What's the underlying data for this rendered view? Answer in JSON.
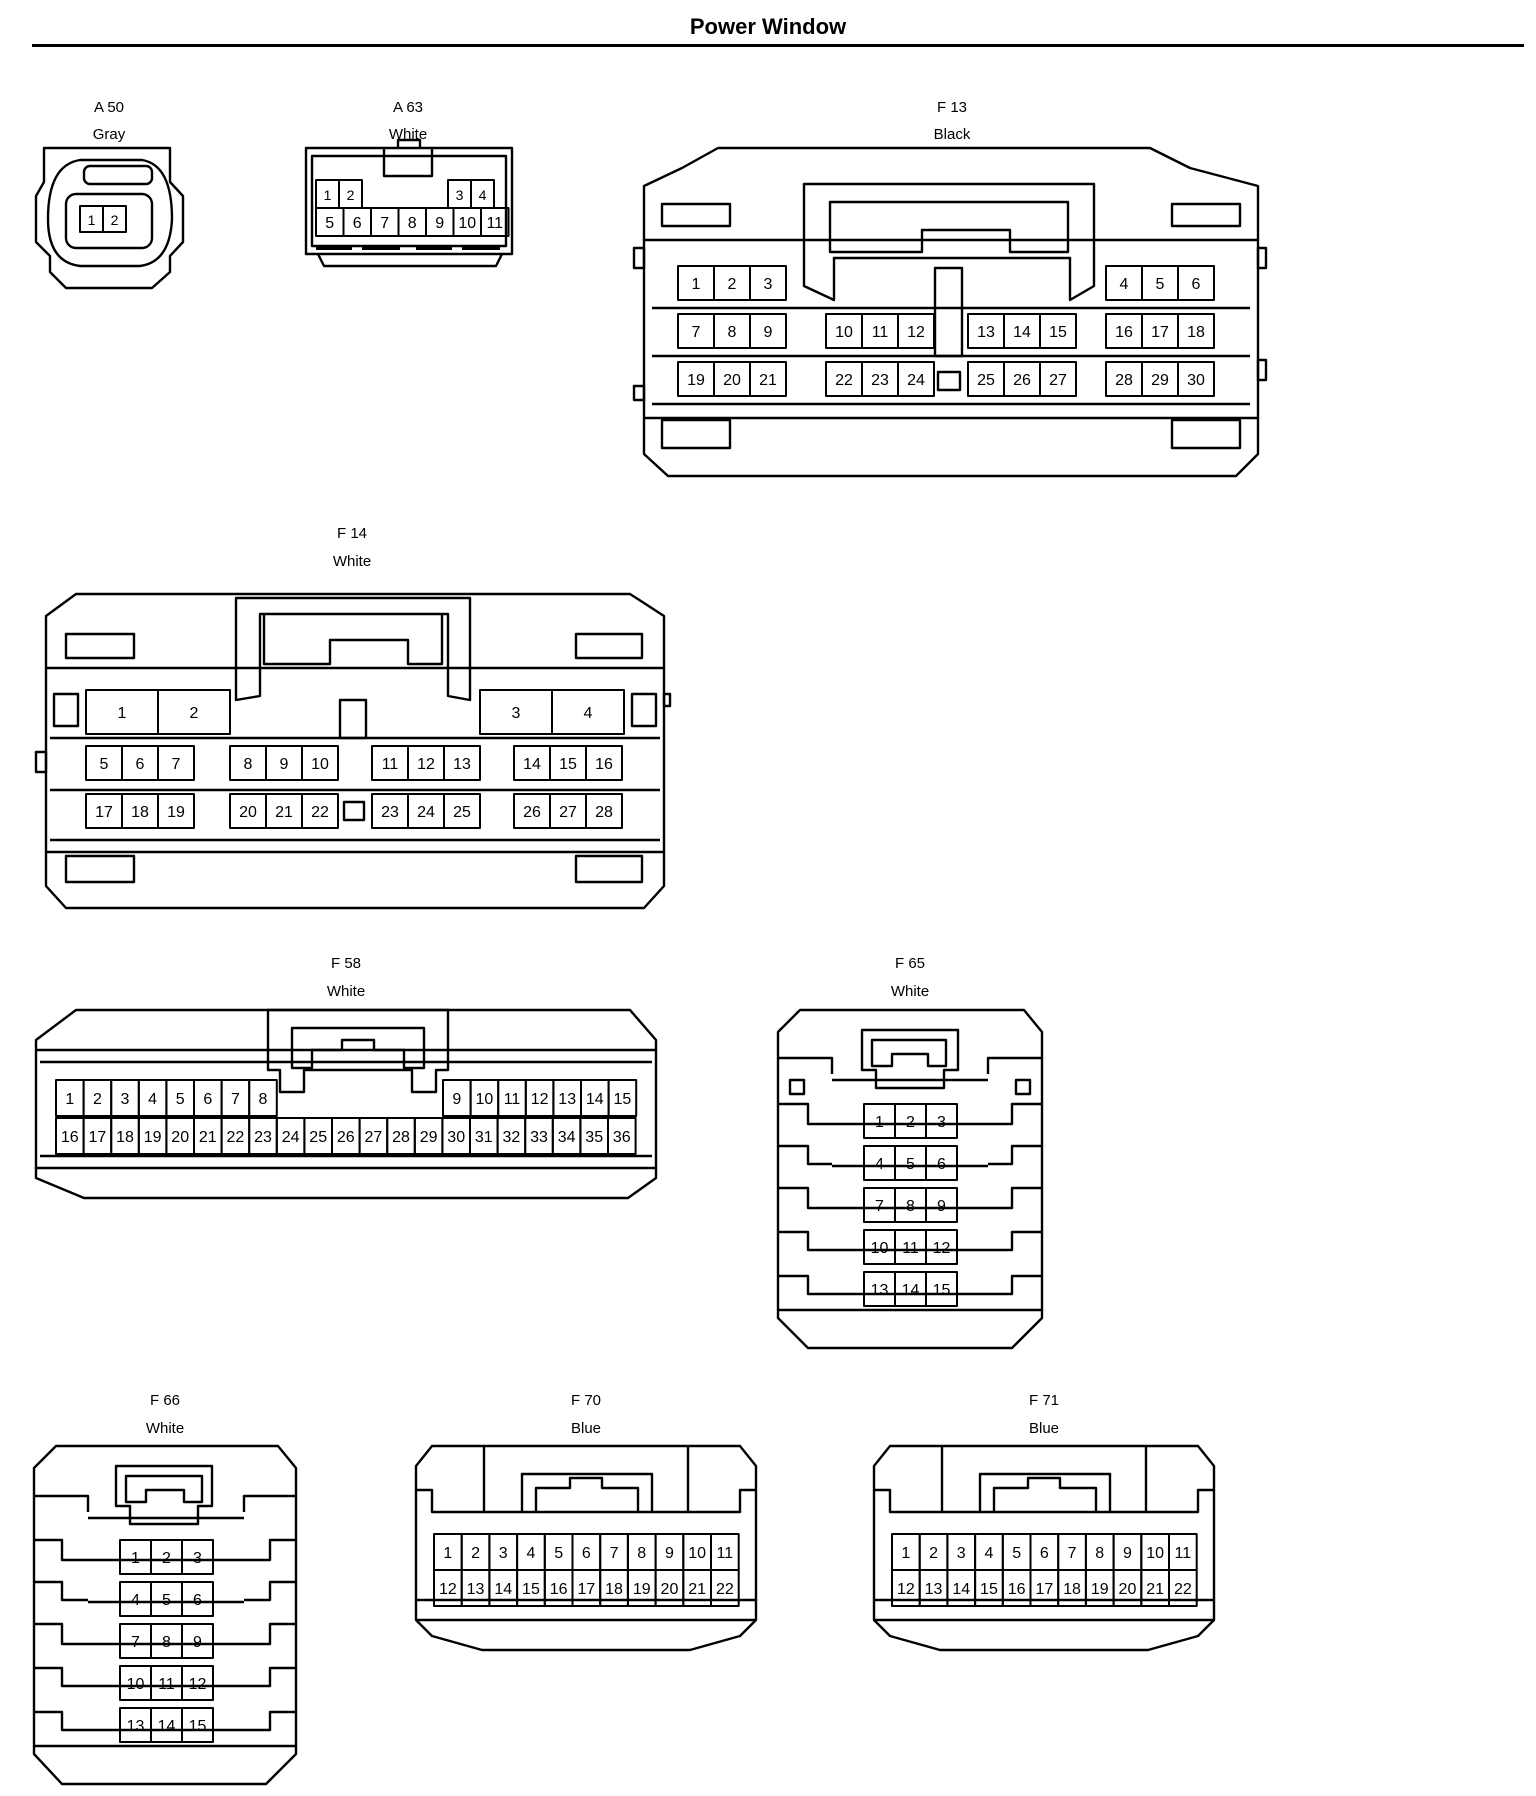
{
  "title": "Power Window",
  "connectors": [
    {
      "id": "A 50",
      "color": "Gray",
      "pins": [
        "1",
        "2"
      ]
    },
    {
      "id": "A 63",
      "color": "White",
      "pins": [
        "1",
        "2",
        "3",
        "4",
        "5",
        "6",
        "7",
        "8",
        "9",
        "10",
        "11"
      ]
    },
    {
      "id": "F 13",
      "color": "Black",
      "pins": [
        "1",
        "2",
        "3",
        "4",
        "5",
        "6",
        "7",
        "8",
        "9",
        "10",
        "11",
        "12",
        "13",
        "14",
        "15",
        "16",
        "17",
        "18",
        "19",
        "20",
        "21",
        "22",
        "23",
        "24",
        "25",
        "26",
        "27",
        "28",
        "29",
        "30"
      ]
    },
    {
      "id": "F 14",
      "color": "White",
      "pins": [
        "1",
        "2",
        "3",
        "4",
        "5",
        "6",
        "7",
        "8",
        "9",
        "10",
        "11",
        "12",
        "13",
        "14",
        "15",
        "16",
        "17",
        "18",
        "19",
        "20",
        "21",
        "22",
        "23",
        "24",
        "25",
        "26",
        "27",
        "28"
      ]
    },
    {
      "id": "F 58",
      "color": "White",
      "pins": [
        "1",
        "2",
        "3",
        "4",
        "5",
        "6",
        "7",
        "8",
        "9",
        "10",
        "11",
        "12",
        "13",
        "14",
        "15",
        "16",
        "17",
        "18",
        "19",
        "20",
        "21",
        "22",
        "23",
        "24",
        "25",
        "26",
        "27",
        "28",
        "29",
        "30",
        "31",
        "32",
        "33",
        "34",
        "35",
        "36"
      ]
    },
    {
      "id": "F 65",
      "color": "White",
      "pins": [
        "1",
        "2",
        "3",
        "4",
        "5",
        "6",
        "7",
        "8",
        "9",
        "10",
        "11",
        "12",
        "13",
        "14",
        "15"
      ]
    },
    {
      "id": "F 66",
      "color": "White",
      "pins": [
        "1",
        "2",
        "3",
        "4",
        "5",
        "6",
        "7",
        "8",
        "9",
        "10",
        "11",
        "12",
        "13",
        "14",
        "15"
      ]
    },
    {
      "id": "F 70",
      "color": "Blue",
      "pins": [
        "1",
        "2",
        "3",
        "4",
        "5",
        "6",
        "7",
        "8",
        "9",
        "10",
        "11",
        "12",
        "13",
        "14",
        "15",
        "16",
        "17",
        "18",
        "19",
        "20",
        "21",
        "22"
      ]
    },
    {
      "id": "F 71",
      "color": "Blue",
      "pins": [
        "1",
        "2",
        "3",
        "4",
        "5",
        "6",
        "7",
        "8",
        "9",
        "10",
        "11",
        "12",
        "13",
        "14",
        "15",
        "16",
        "17",
        "18",
        "19",
        "20",
        "21",
        "22"
      ]
    }
  ]
}
